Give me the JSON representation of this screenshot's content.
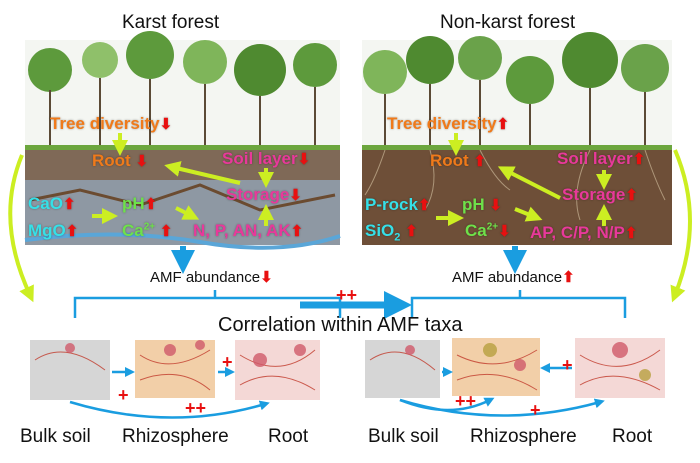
{
  "colors": {
    "orange": "#f07a1a",
    "pink": "#e8399a",
    "cyan": "#35e0e8",
    "green": "#6ee14a",
    "red": "#e81010",
    "blue": "#1a9de0",
    "yellow": "#ccee22"
  },
  "karst": {
    "title": "Karst forest",
    "tree_diversity": "Tree diversity",
    "tree_arrow": "⬇",
    "root": "Root",
    "root_arrow": "⬇",
    "soil_layer": "Soil layer",
    "soil_arrow": "⬇",
    "storage": "Storage",
    "storage_arrow": "⬇",
    "cao": "CaO",
    "cao_arrow": "⬆",
    "ph": "pH",
    "ph_arrow": "⬆",
    "mgo": "MgO",
    "mgo_arrow": "⬆",
    "ca": "Ca",
    "ca_sup": "2+",
    "ca_arrow": "⬆",
    "nutrients": "N, P, AN, AK",
    "nutrients_arrow": "⬆",
    "amf": "AMF abundance",
    "amf_arrow": "⬇"
  },
  "nonkarst": {
    "title": "Non-karst forest",
    "tree_diversity": "Tree diversity",
    "tree_arrow": "⬆",
    "root": "Root",
    "root_arrow": "⬆",
    "soil_layer": "Soil layer",
    "soil_arrow": "⬆",
    "storage": "Storage",
    "storage_arrow": "⬆",
    "prock": "P-rock",
    "prock_arrow": "⬆",
    "ph": "pH",
    "ph_arrow": "⬇",
    "sio2": "SiO",
    "sio2_sub": "2",
    "sio2_arrow": "⬆",
    "ca": "Ca",
    "ca_sup": "2+",
    "ca_arrow": "⬇",
    "nutrients": "AP, C/P, N/P",
    "nutrients_arrow": "⬆",
    "amf": "AMF abundance",
    "amf_arrow": "⬆"
  },
  "middle": {
    "plusplus": "++",
    "correlation": "Correlation within AMF taxa"
  },
  "bottom_left": {
    "bulk": "Bulk soil",
    "rhizo": "Rhizosphere",
    "root": "Root",
    "p1": "+",
    "p2": "+",
    "p3": "++"
  },
  "bottom_right": {
    "bulk": "Bulk soil",
    "rhizo": "Rhizosphere",
    "root": "Root",
    "p1": "+",
    "p2": "++",
    "p3": "+"
  }
}
